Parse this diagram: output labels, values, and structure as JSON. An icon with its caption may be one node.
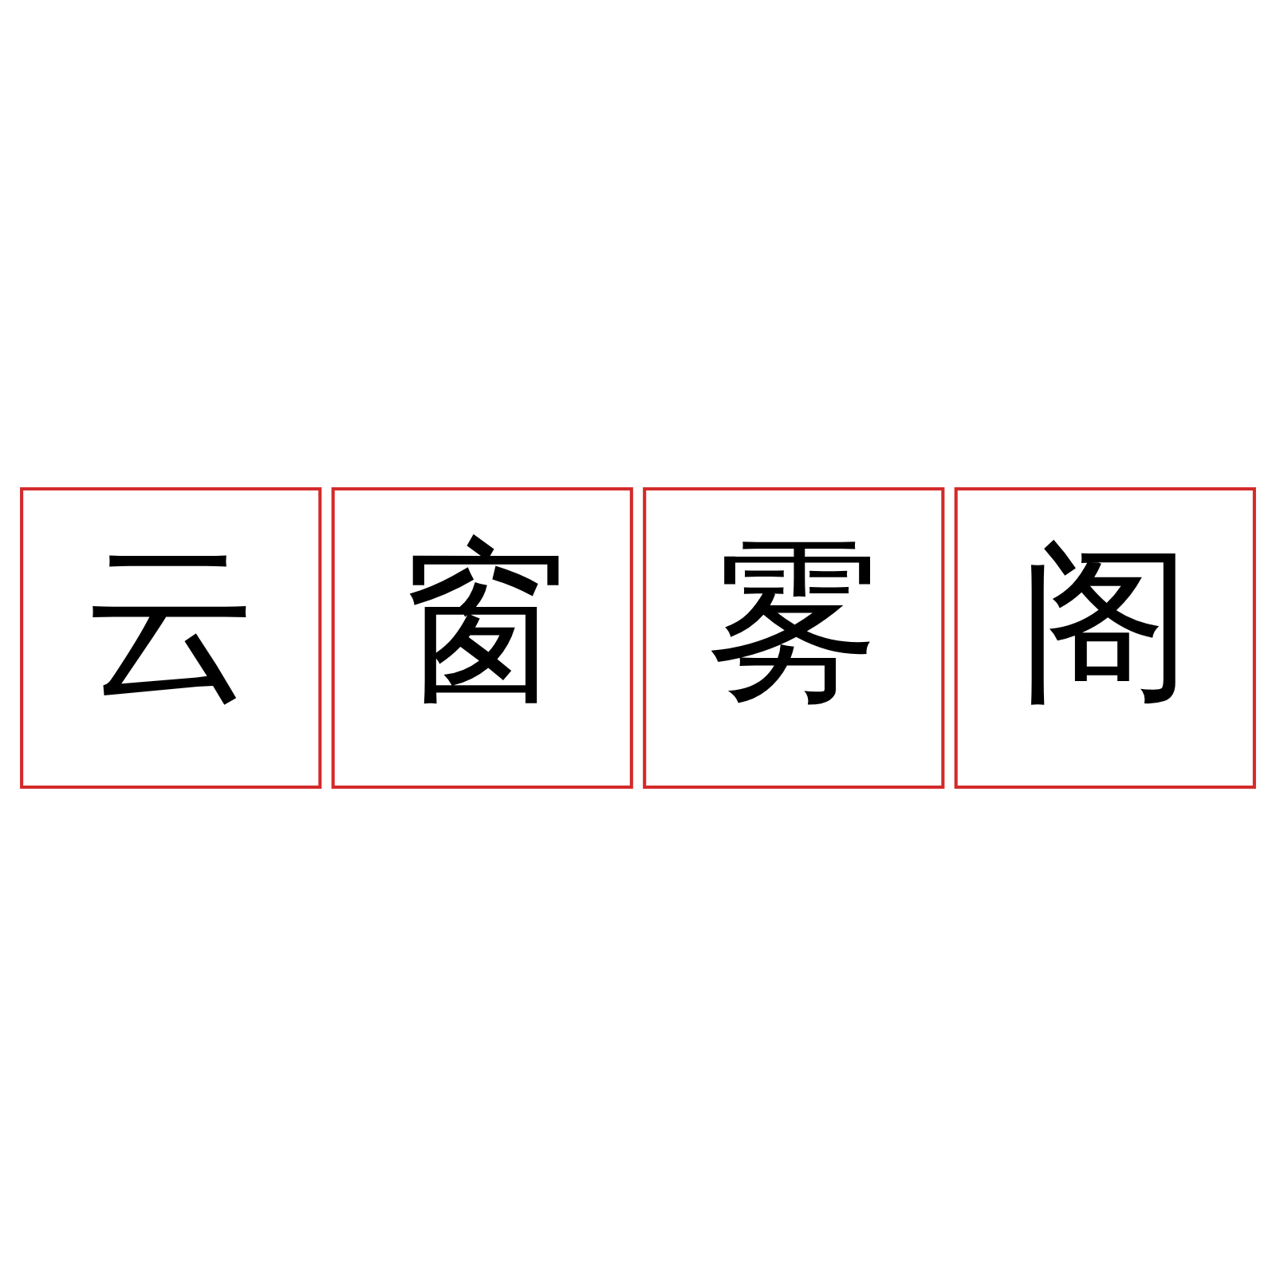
{
  "diagram": {
    "nodes": [
      {
        "text": [
          "云"
        ]
      },
      {
        "text": [
          "窗"
        ]
      },
      {
        "text": [
          "雾"
        ]
      },
      {
        "text": [
          "阁"
        ]
      }
    ]
  }
}
